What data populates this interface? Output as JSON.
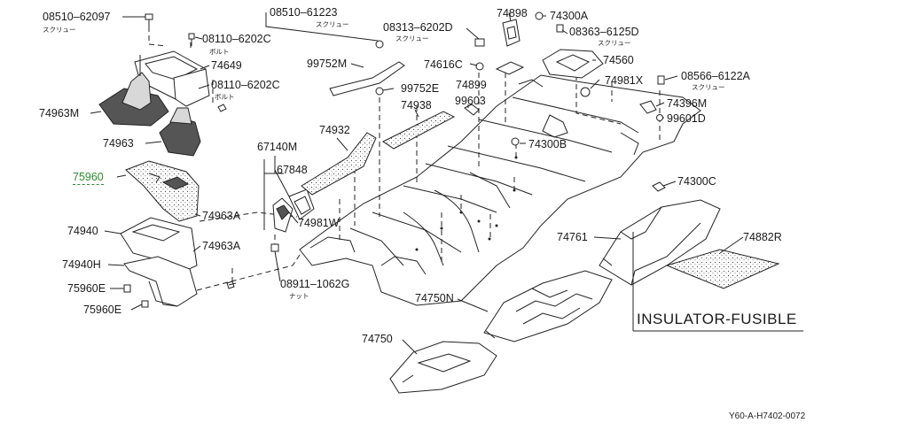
{
  "labels": {
    "p08510_62097": "08510–62097",
    "p08110_6202c_a": "08110–6202C",
    "p74649": "74649",
    "p08110_6202c_b": "08110–6202C",
    "p74963m": "74963M",
    "p74963": "74963",
    "p75960": "75960",
    "p74963a_a": "74963A",
    "p74940": "74940",
    "p74963a_b": "74963A",
    "p74940h": "74940H",
    "p75960e_a": "75960E",
    "p75960e_b": "75960E",
    "p08510_61223": "08510–61223",
    "p99752m": "99752M",
    "p08313_6202d": "08313–6202D",
    "p74898": "74898",
    "p74300a": "74300A",
    "p08363_6125d": "08363–6125D",
    "p74616c": "74616C",
    "p74560": "74560",
    "p99752e": "99752E",
    "p74899": "74899",
    "p74981x": "74981X",
    "p08566_6122a": "08566–6122A",
    "p74938": "74938",
    "p99603": "99603",
    "p74396m": "74396M",
    "p99601d": "99601D",
    "p74932": "74932",
    "p67140m": "67140M",
    "p67848": "67848",
    "p74300b": "74300B",
    "p74981w": "74981W",
    "p74300c": "74300C",
    "p74761": "74761",
    "p74882r": "74882R",
    "p08911_1062g": "08911–1062G",
    "p74750n": "74750N",
    "p74750": "74750"
  },
  "jp_notes": {
    "screw_1": "スクリュー",
    "bolt_1": "ボルト",
    "bolt_2": "ボルト",
    "screw_2": "スクリュー",
    "screw_3": "スクリュー",
    "screw_4": "スクリュー",
    "screw_5": "スクリュー",
    "nut": "ナット"
  },
  "insulator_caption": "INSULATOR-FUSIBLE",
  "diagram_ref": "Y60-A-H7402-0072",
  "highlight_color": "#2e8b2e"
}
